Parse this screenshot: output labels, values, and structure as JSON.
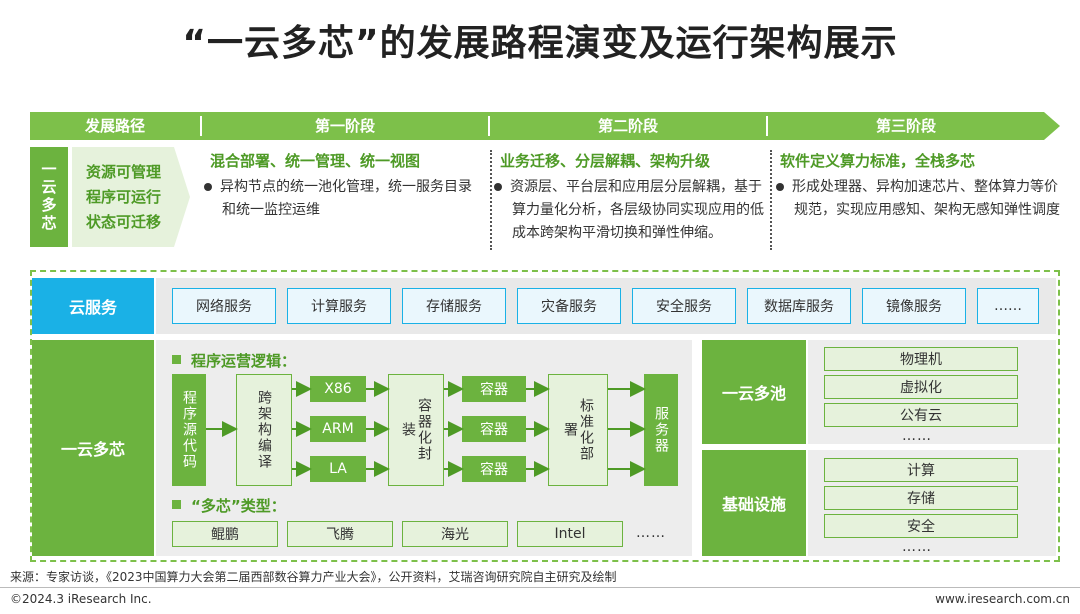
{
  "title": "“一云多芯”的发展路程演变及运行架构展示",
  "header": {
    "path_label": "发展路径",
    "stages": [
      "第一阶段",
      "第二阶段",
      "第三阶段"
    ]
  },
  "left_label": {
    "vertical": "一云多芯",
    "items": [
      "资源可管理",
      "程序可运行",
      "状态可迁移"
    ]
  },
  "stages": [
    {
      "heading": "混合部署、统一管理、统一视图",
      "text": "异构节点的统一池化管理，统一服务目录和统一监控运维"
    },
    {
      "heading": "业务迁移、分层解耦、架构升级",
      "text": "资源层、平台层和应用层分层解耦，基于算力量化分析，各层级协同实现应用的低成本跨架构平滑切换和弹性伸缩。"
    },
    {
      "heading": "软件定义算力标准，全栈多芯",
      "text": "形成处理器、异构加速芯片、整体算力等价规范，实现应用感知、架构无感知弹性调度"
    }
  ],
  "cloud_services": {
    "label": "云服务",
    "items": [
      "网络服务",
      "计算服务",
      "存储服务",
      "灾备服务",
      "安全服务",
      "数据库服务",
      "镜像服务",
      "……"
    ]
  },
  "one_cloud_multi_chip": {
    "label": "一云多芯",
    "logic_title": "程序运营逻辑：",
    "source_code": "程序源代码",
    "compile": "跨架构编译",
    "archs": [
      "X86",
      "ARM",
      "LA"
    ],
    "container_pack": "容器化封装",
    "containers": [
      "容器",
      "容器",
      "容器"
    ],
    "std_deploy": "标准化部署",
    "server": "服务器",
    "chip_title": "“多芯”类型：",
    "chips": [
      "鲲鹏",
      "飞腾",
      "海光",
      "Intel"
    ],
    "chips_more": "……"
  },
  "one_cloud_multi_pool": {
    "label": "一云多池",
    "items": [
      "物理机",
      "虚拟化",
      "公有云"
    ],
    "more": "……"
  },
  "infrastructure": {
    "label": "基础设施",
    "items": [
      "计算",
      "存储",
      "安全"
    ],
    "more": "……"
  },
  "footer": {
    "source": "来源：专家访谈，《2023中国算力大会第二届西部数谷算力产业大会》，公开资料，艾瑞咨询研究院自主研究及绘制",
    "copyright": "©2024.3 iResearch Inc.",
    "website": "www.iresearch.com.cn"
  }
}
